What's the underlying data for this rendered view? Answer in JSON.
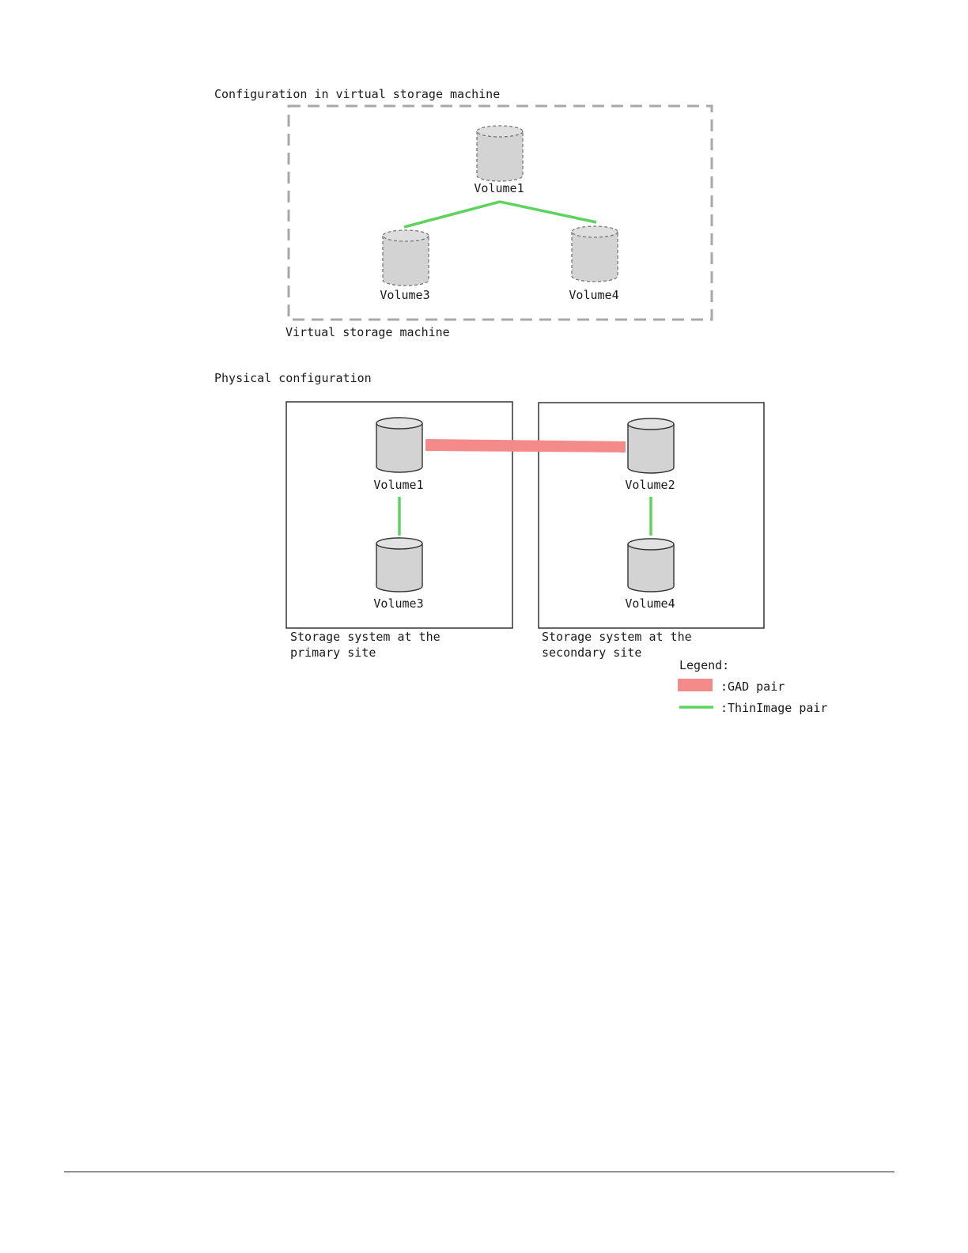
{
  "colors": {
    "gad_pair": "#f48a8a",
    "thinimage_pair": "#5fd35f",
    "cylinder_fill": "#d3d3d3",
    "dashed_border": "#a8a8a8"
  },
  "virtual_section": {
    "title": "Configuration in virtual storage machine",
    "box_label": "Virtual storage machine",
    "volumes": {
      "top": "Volume1",
      "left": "Volume3",
      "right": "Volume4"
    }
  },
  "physical_section": {
    "title": "Physical configuration",
    "primary": {
      "label_line1": "Storage system at the",
      "label_line2": "primary site",
      "volume_top": "Volume1",
      "volume_bottom": "Volume3"
    },
    "secondary": {
      "label_line1": "Storage system at the",
      "label_line2": "secondary site",
      "volume_top": "Volume2",
      "volume_bottom": "Volume4"
    }
  },
  "legend": {
    "title": "Legend:",
    "gad_label": ":GAD pair",
    "thinimage_label": ":ThinImage pair"
  }
}
